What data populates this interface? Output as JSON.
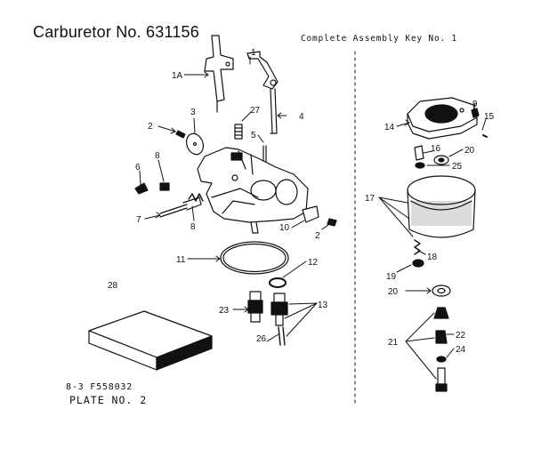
{
  "header": {
    "title": "Carburetor No. 631156",
    "subtitle": "Complete Assembly Key No. 1"
  },
  "footer": {
    "code": "8-3  F558032",
    "plate": "PLATE NO. 2"
  },
  "box_label": "",
  "callouts": [
    {
      "id": "c1a",
      "text": "1A"
    },
    {
      "id": "c1b",
      "text": "1"
    },
    {
      "id": "c2a",
      "text": "2"
    },
    {
      "id": "c3",
      "text": "3"
    },
    {
      "id": "c27",
      "text": "27"
    },
    {
      "id": "c4",
      "text": "4"
    },
    {
      "id": "c5",
      "text": "5"
    },
    {
      "id": "c6",
      "text": "6"
    },
    {
      "id": "c8a",
      "text": "8"
    },
    {
      "id": "c7",
      "text": "7"
    },
    {
      "id": "c8b",
      "text": "8"
    },
    {
      "id": "c10",
      "text": "10"
    },
    {
      "id": "c2b",
      "text": "2"
    },
    {
      "id": "c11",
      "text": "11"
    },
    {
      "id": "c12",
      "text": "12"
    },
    {
      "id": "c28",
      "text": "28"
    },
    {
      "id": "c13",
      "text": "13"
    },
    {
      "id": "c23",
      "text": "23"
    },
    {
      "id": "c26",
      "text": "26"
    },
    {
      "id": "c9",
      "text": "9"
    },
    {
      "id": "c15",
      "text": "15"
    },
    {
      "id": "c14",
      "text": "14"
    },
    {
      "id": "c16",
      "text": "16"
    },
    {
      "id": "c20a",
      "text": "20"
    },
    {
      "id": "c25",
      "text": "25"
    },
    {
      "id": "c17",
      "text": "17"
    },
    {
      "id": "c18",
      "text": "18"
    },
    {
      "id": "c19",
      "text": "19"
    },
    {
      "id": "c20b",
      "text": "20"
    },
    {
      "id": "c21",
      "text": "21"
    },
    {
      "id": "c22",
      "text": "22"
    },
    {
      "id": "c24",
      "text": "24"
    }
  ]
}
